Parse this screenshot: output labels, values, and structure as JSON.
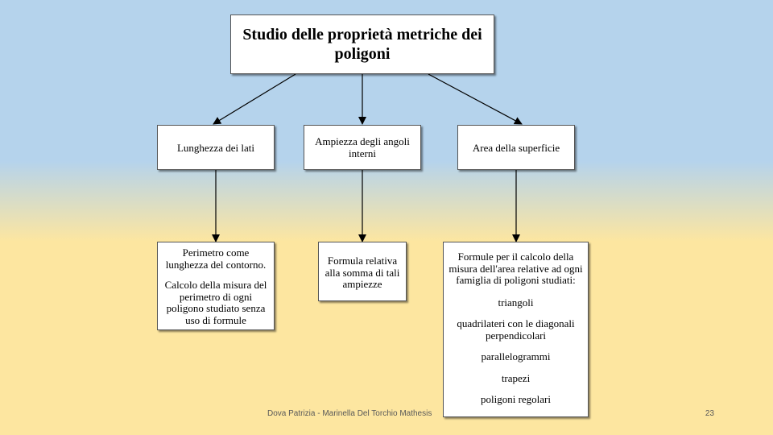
{
  "diagram": {
    "title": "Studio delle proprietà metriche dei poligoni",
    "branches": [
      {
        "label": "Lunghezza dei lati",
        "details": [
          "Perimetro come lunghezza del contorno.",
          "Calcolo della misura del perimetro di ogni poligono studiato senza uso di formule"
        ]
      },
      {
        "label": "Ampiezza degli angoli interni",
        "details": [
          "Formula relativa alla somma di tali ampiezze"
        ]
      },
      {
        "label": "Area della superficie",
        "details": [
          "Formule per il calcolo della misura dell'area relative ad ogni famiglia di poligoni studiati:",
          "triangoli",
          "quadrilateri con le diagonali perpendicolari",
          "parallelogrammi",
          "trapezi",
          "poligoni regolari"
        ]
      }
    ]
  },
  "footer": {
    "credit": "Dova Patrizia - Marinella Del Torchio Mathesis",
    "page_number": "23"
  }
}
